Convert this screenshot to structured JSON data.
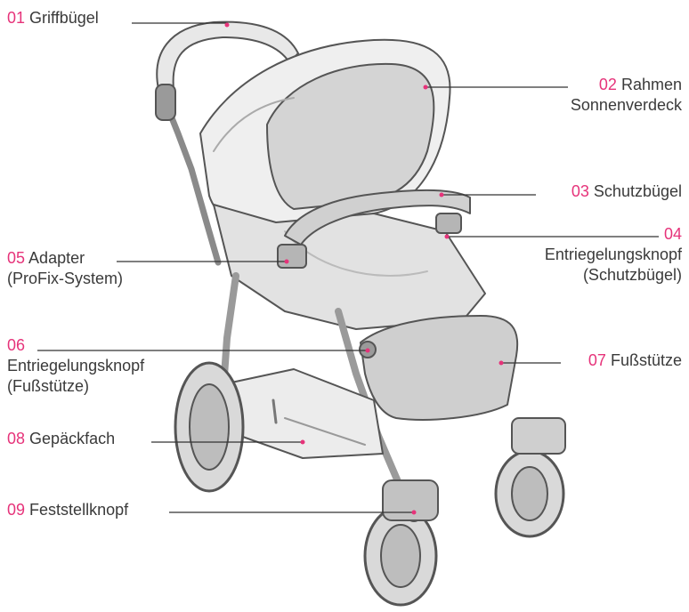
{
  "accent_color": "#e6337a",
  "callouts": [
    {
      "num": "01",
      "text": "Griffbügel",
      "line2": ""
    },
    {
      "num": "02",
      "text": "Rahmen",
      "line2": "Sonnenverdeck"
    },
    {
      "num": "03",
      "text": "Schutzbügel",
      "line2": ""
    },
    {
      "num": "04",
      "text": "",
      "line2": "Entriegelungsknopf",
      "line3": "(Schutzbügel)"
    },
    {
      "num": "05",
      "text": "Adapter",
      "line2": "(ProFix-System)"
    },
    {
      "num": "06",
      "text": "",
      "line2": "Entriegelungsknopf",
      "line3": "(Fußstütze)"
    },
    {
      "num": "07",
      "text": "Fußstütze",
      "line2": ""
    },
    {
      "num": "08",
      "text": "Gepäckfach",
      "line2": ""
    },
    {
      "num": "09",
      "text": "Feststellknopf",
      "line2": ""
    }
  ]
}
